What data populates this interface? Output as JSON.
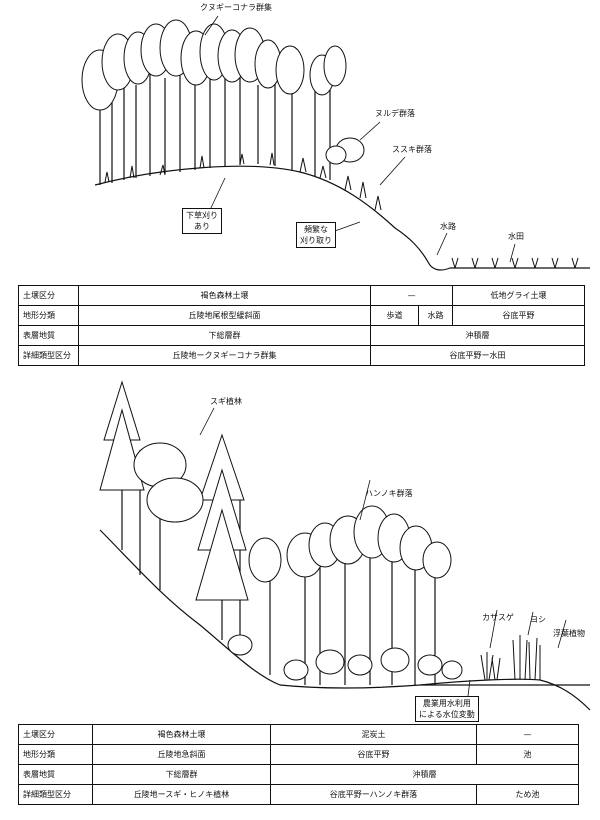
{
  "figure1": {
    "labels": {
      "kunugi_konara": "クヌギーコナラ群集",
      "nurude": "ヌルデ群落",
      "susuki": "ススキ群落",
      "suiro": "水路",
      "suiden": "水田",
      "shitakusa": "下草刈り\nあり",
      "hinpan": "頻繁な\n刈り取り"
    },
    "table": {
      "rows": [
        {
          "header": "土壌区分",
          "cells": [
            "褐色森林土壌",
            "—",
            "",
            "低地グライ土壌"
          ]
        },
        {
          "header": "地形分類",
          "cells": [
            "丘陵地尾根型緩斜面",
            "歩道",
            "水路",
            "谷底平野"
          ]
        },
        {
          "header": "表層地質",
          "cells": [
            "下総層群",
            "沖積層"
          ]
        },
        {
          "header": "詳細類型区分",
          "cells": [
            "丘陵地ークヌギーコナラ群集",
            "谷底平野ー水田"
          ]
        }
      ]
    }
  },
  "figure2": {
    "labels": {
      "sugi": "スギ植林",
      "hannoki": "ハンノキ群落",
      "kasasuge": "カサスゲ",
      "yoshi": "ヨシ",
      "fuyo": "浮葉植物",
      "nougyou": "農業用水利用\nによる水位変動"
    },
    "table": {
      "rows": [
        {
          "header": "土壌区分",
          "cells": [
            "褐色森林土壌",
            "泥炭土",
            "—"
          ]
        },
        {
          "header": "地形分類",
          "cells": [
            "丘陵地急斜面",
            "谷底平野",
            "池"
          ]
        },
        {
          "header": "表層地質",
          "cells": [
            "下総層群",
            "沖積層"
          ]
        },
        {
          "header": "詳細類型区分",
          "cells": [
            "丘陵地ースギ・ヒノキ植林",
            "谷底平野ーハンノキ群落",
            "ため池"
          ]
        }
      ]
    }
  }
}
